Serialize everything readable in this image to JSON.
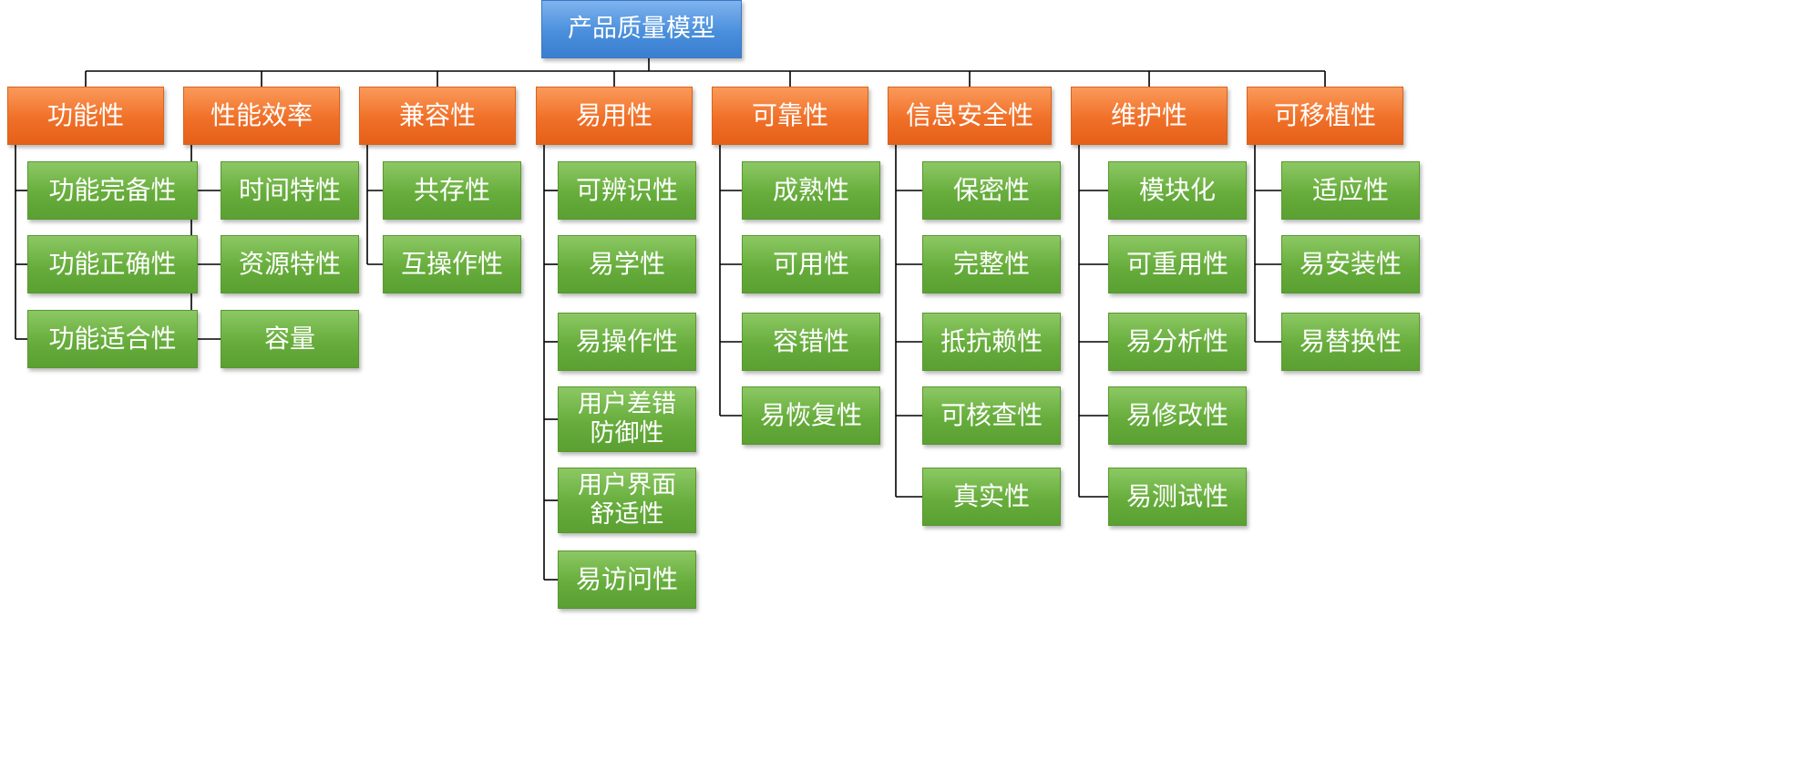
{
  "root": {
    "label": "产品质量模型"
  },
  "categories": [
    {
      "label": "功能性",
      "children": [
        "功能完备性",
        "功能正确性",
        "功能适合性"
      ]
    },
    {
      "label": "性能效率",
      "children": [
        "时间特性",
        "资源特性",
        "容量"
      ]
    },
    {
      "label": "兼容性",
      "children": [
        "共存性",
        "互操作性"
      ]
    },
    {
      "label": "易用性",
      "children": [
        "可辨识性",
        "易学性",
        "易操作性",
        "用户差错\n防御性",
        "用户界面\n舒适性",
        "易访问性"
      ]
    },
    {
      "label": "可靠性",
      "children": [
        "成熟性",
        "可用性",
        "容错性",
        "易恢复性"
      ]
    },
    {
      "label": "信息安全性",
      "children": [
        "保密性",
        "完整性",
        "抵抗赖性",
        "可核查性",
        "真实性"
      ]
    },
    {
      "label": "维护性",
      "children": [
        "模块化",
        "可重用性",
        "易分析性",
        "易修改性",
        "易测试性"
      ]
    },
    {
      "label": "可移植性",
      "children": [
        "适应性",
        "易安装性",
        "易替换性"
      ]
    }
  ],
  "colors": {
    "root": "#4a8fdc",
    "category": "#f07028",
    "sub": "#67ad3c",
    "connector": "#000000",
    "text": "#ffffff"
  }
}
